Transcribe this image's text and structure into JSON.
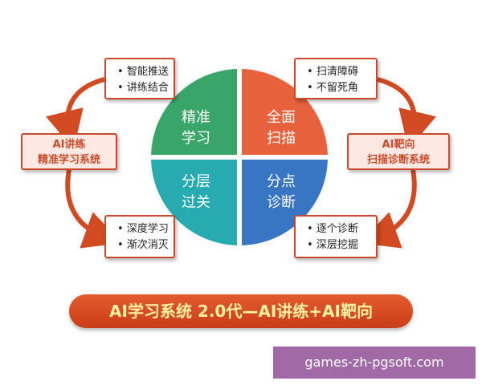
{
  "quadrants": {
    "top_left": {
      "line1": "精准",
      "line2": "学习",
      "color": "#3aa568"
    },
    "top_right": {
      "line1": "全面",
      "line2": "扫描",
      "color": "#e8613d"
    },
    "bottom_left": {
      "line1": "分层",
      "line2": "过关",
      "color": "#27aab0"
    },
    "bottom_right": {
      "line1": "分点",
      "line2": "诊断",
      "color": "#3876c4"
    }
  },
  "boxes": {
    "top_left": {
      "items": [
        "智能推送",
        "讲练结合"
      ]
    },
    "top_right": {
      "items": [
        "扫清障碍",
        "不留死角"
      ]
    },
    "bottom_left": {
      "items": [
        "深度学习",
        "渐次消灭"
      ]
    },
    "bottom_right": {
      "items": [
        "逐个诊断",
        "深层挖掘"
      ]
    }
  },
  "labels": {
    "left": {
      "line1": "AI讲练",
      "line2": "精准学习系统"
    },
    "right": {
      "line1": "AI靶向",
      "line2": "扫描诊断系统"
    }
  },
  "banner": {
    "text": "AI学习系统 2.0代—AI讲练+AI靶向"
  },
  "watermark": {
    "text": "games-zh-pgsoft.com"
  },
  "colors": {
    "accent": "#c9492a",
    "banner_text": "#fff2a3"
  }
}
